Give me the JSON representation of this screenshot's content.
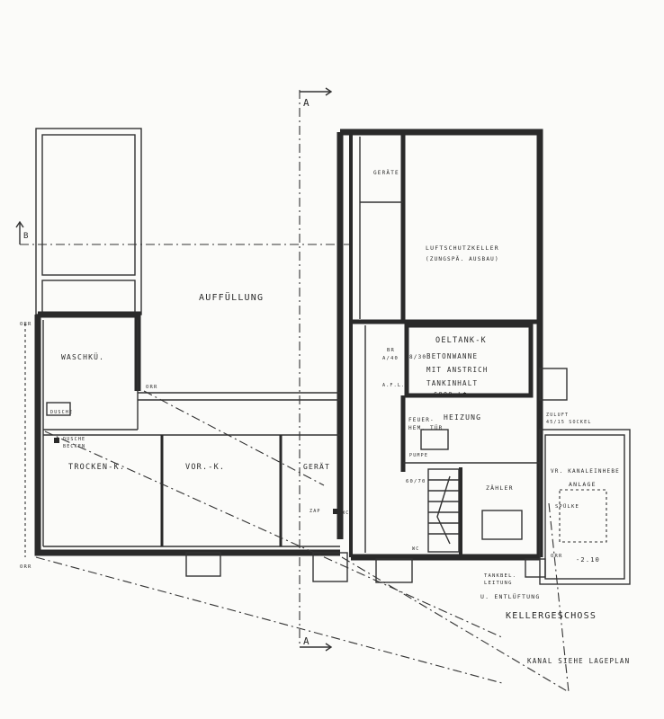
{
  "section": {
    "marker": "A"
  },
  "section_b": {
    "marker": "B"
  },
  "rooms": {
    "fill_area": "AUFFÜLLUNG",
    "geraete_small": "GERÄTE",
    "shelter_line1": "LUFTSCHUTZKELLER",
    "shelter_line2": "(ZUNGSPÄ. AUSBAU)",
    "oiltank_line1": "OELTANK-K",
    "oiltank_line2": "BETONWANNE",
    "oiltank_line3": "MIT ANSTRICH",
    "oiltank_line4": "TANKINHALT",
    "oiltank_line5": "6000 Lt.",
    "washroom": "WASCHKÜ.",
    "heating": "HEIZUNG",
    "heating_note1": "FEUER-",
    "heating_note2": "HEM. TÜR",
    "pumpe": "PUMPE",
    "dryroom": "TROCKEN-K.",
    "storage": "VOR.-K.",
    "geraet": "GERÄT",
    "meter": "ZÄHLER",
    "pump_line1": "VR. KANALEINHEBE",
    "pump_line2": "ANLAGE",
    "spuelke": "SPÜLKE",
    "level": "-2.10"
  },
  "notes": {
    "orr1": "ORR",
    "orr2": "ORR",
    "orr3": "ORR",
    "orr4": "ORR",
    "dusche": "DUSCHE",
    "dusche_becken1": "DUSCHE",
    "dusche_becken2": "BECKEN",
    "br": "BR",
    "br_size": "A/40",
    "frac": "8/30",
    "aufl": "A.F.L.",
    "dim": "60/70",
    "zap": "ZAP",
    "wc1": "WC",
    "wc2": "WC",
    "zuluft": "ZULUFT",
    "zuluft2": "45/15 SOCKEL",
    "tank1": "TANKBEL.",
    "tank2": "LEITUNG",
    "entlueftung": "U. ENTLÜFTUNG"
  },
  "title": "KELLERGESCHOSS",
  "kanal_note": "KANAL SIEHE LAGEPLAN",
  "colors": {
    "ink": "#2a2a2a",
    "paper": "#fbfbf9"
  }
}
